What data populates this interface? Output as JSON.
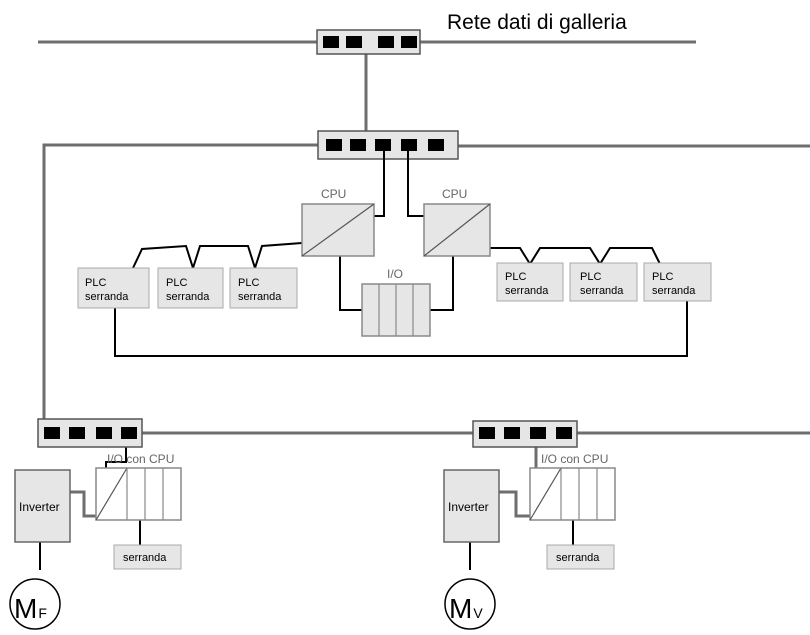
{
  "title": "Rete dati di galleria",
  "cpu_label": "CPU",
  "io_label": "I/O",
  "io_cpu_label": "I/O con CPU",
  "plc_line1": "PLC",
  "plc_line2": "serranda",
  "serranda_label": "serranda",
  "inverter_label": "Inverter",
  "motor_left": {
    "main": "M",
    "sub": "F"
  },
  "motor_right": {
    "main": "M",
    "sub": "V"
  },
  "colors": {
    "line": "#6e6e6e",
    "box_fill": "#e6e6e6",
    "box_stroke": "#9a9a9a",
    "port": "#000000",
    "wire": "#000000",
    "text_gray": "#666666"
  }
}
